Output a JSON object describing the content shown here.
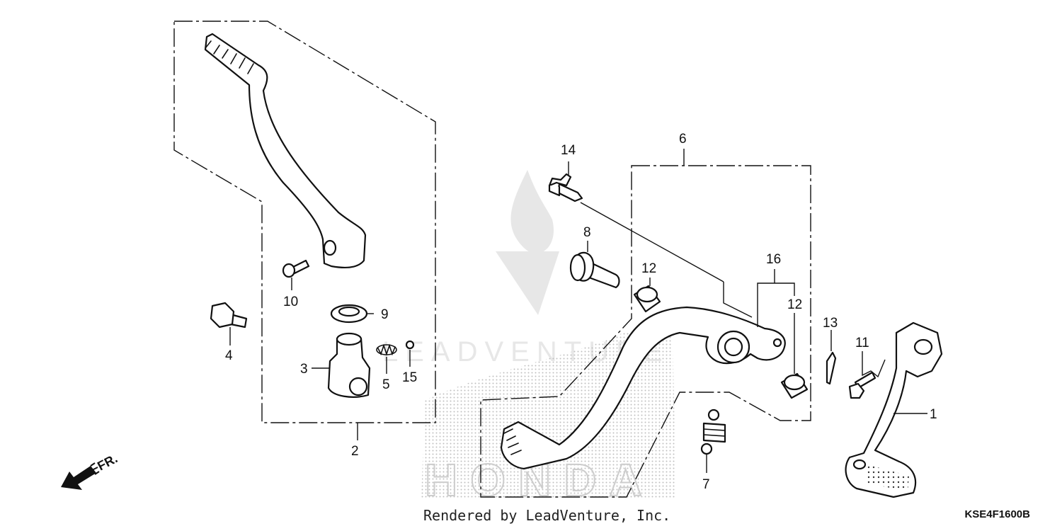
{
  "callouts": {
    "c1": "1",
    "c2": "2",
    "c3": "3",
    "c4": "4",
    "c5": "5",
    "c6": "6",
    "c7": "7",
    "c8": "8",
    "c9": "9",
    "c10": "10",
    "c11": "11",
    "c12a": "12",
    "c12b": "12",
    "c13": "13",
    "c14": "14",
    "c15": "15",
    "c16": "16"
  },
  "front_arrow_label": "FR.",
  "footer": "Rendered by LeadVenture, Inc.",
  "diagram_code": "KSE4F1600B",
  "watermark": "HONDA"
}
